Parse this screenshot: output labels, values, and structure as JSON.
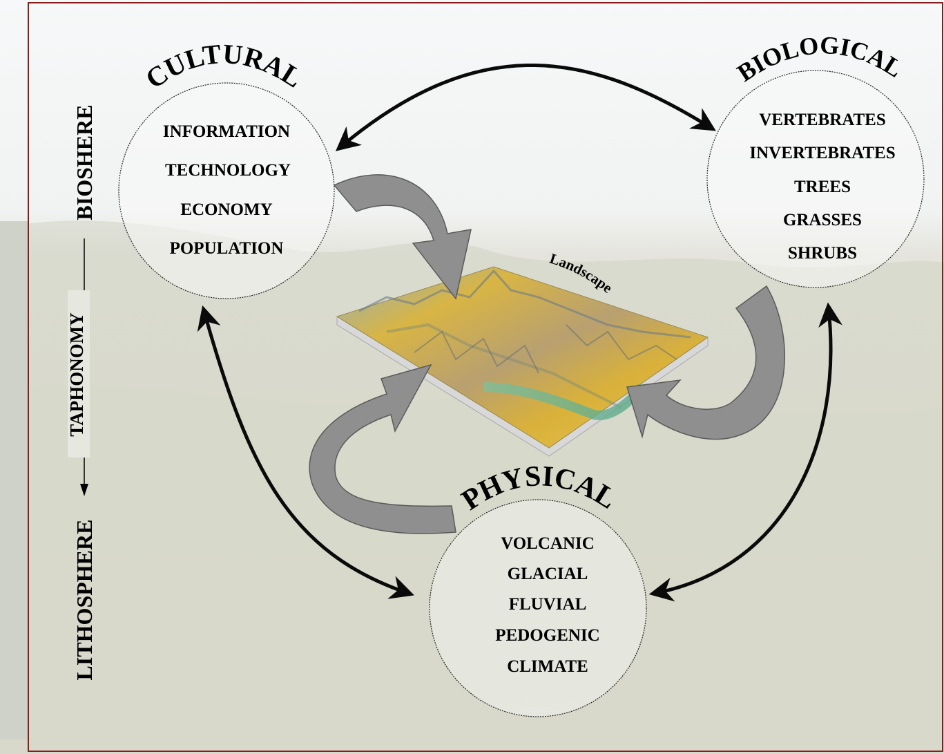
{
  "cultural": {
    "title": "CULTURAL",
    "items": [
      "INFORMATION",
      "TECHNOLOGY",
      "ECONOMY",
      "POPULATION"
    ]
  },
  "biological": {
    "title": "BIOLOGICAL",
    "items": [
      "VERTEBRATES",
      "INVERTEBRATES",
      "TREES",
      "GRASSES",
      "SHRUBS"
    ]
  },
  "physical": {
    "title": "PHYSICAL",
    "items": [
      "VOLCANIC",
      "GLACIAL",
      "FLUVIAL",
      "PEDOGENIC",
      "CLIMATE"
    ]
  },
  "landscape_label": "Landscape",
  "side_axis": {
    "top": "BIOSHERE",
    "middle": "TAPHONOMY",
    "bottom": "LITHOSPHERE"
  },
  "colors": {
    "frame": "#8b1c1c",
    "block_arrow": "#8f8f8f",
    "connector": "#0a0a0a"
  }
}
